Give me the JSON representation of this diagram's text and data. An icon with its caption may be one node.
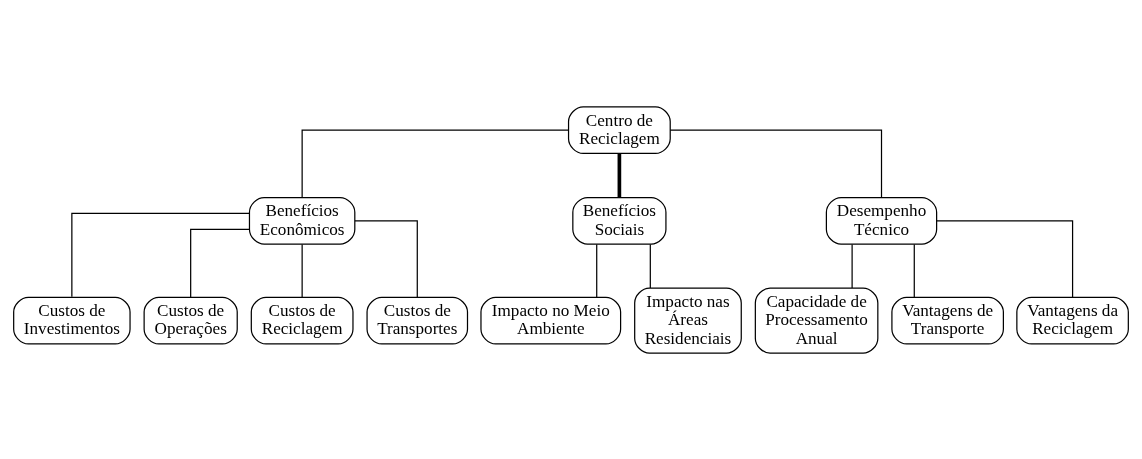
{
  "diagram": {
    "nodes": [
      {
        "text": [
          "Centro de Reciclagem"
        ]
      },
      {
        "text": [
          "Benefícios Econômicos"
        ]
      },
      {
        "text": [
          "Custos de Investimentos"
        ]
      },
      {
        "text": [
          "Custos de Operações"
        ]
      },
      {
        "text": [
          "Custos de Reciclagem"
        ]
      },
      {
        "text": [
          "Custos de Transportes"
        ]
      },
      {
        "text": [
          "Benefícios Sociais"
        ]
      },
      {
        "text": [
          "Impacto no Meio Ambiente"
        ]
      },
      {
        "text": [
          "Impacto nas Áreas Residenciais"
        ]
      },
      {
        "text": [
          "Desempenho Técnico"
        ]
      },
      {
        "text": [
          "Capacidade de Processamento Anual"
        ]
      },
      {
        "text": [
          "Vantagens de Transporte"
        ]
      },
      {
        "text": [
          "Vantagens da Reciclagem"
        ]
      }
    ],
    "edges": [
      {
        "from": 0,
        "to": 1,
        "arrow": "none"
      },
      {
        "from": 0,
        "to": 6,
        "arrow": "none",
        "style": "thick"
      },
      {
        "from": 0,
        "to": 9,
        "arrow": "none"
      },
      {
        "from": 1,
        "to": 2,
        "arrow": "none"
      },
      {
        "from": 1,
        "to": 3,
        "arrow": "none"
      },
      {
        "from": 1,
        "to": 4,
        "arrow": "none"
      },
      {
        "from": 1,
        "to": 5,
        "arrow": "none"
      },
      {
        "from": 6,
        "to": 7,
        "arrow": "none"
      },
      {
        "from": 6,
        "to": 8,
        "arrow": "none"
      },
      {
        "from": 9,
        "to": 10,
        "arrow": "none"
      },
      {
        "from": 9,
        "to": 11,
        "arrow": "none"
      },
      {
        "from": 9,
        "to": 12,
        "arrow": "none"
      }
    ]
  }
}
